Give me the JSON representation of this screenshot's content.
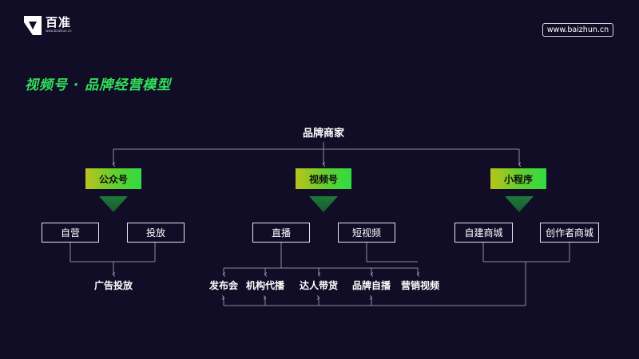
{
  "brand": {
    "name": "百准",
    "url_small": "www.baizhun.cn",
    "url_badge": "www.baizhun.cn"
  },
  "title": "视频号 · 品牌经营模型",
  "diagram": {
    "root": "品牌商家",
    "channels": [
      "公众号",
      "视频号",
      "小程序"
    ],
    "sub_channels": [
      "自营",
      "投放",
      "直播",
      "短视频",
      "自建商城",
      "创作者商城"
    ],
    "outcomes": [
      "广告投放",
      "发布会",
      "机构代播",
      "达人带货",
      "品牌自播",
      "营销视频"
    ]
  },
  "colors": {
    "background": "#110d26",
    "title_green": "#32e05a",
    "line": "#8e8aa6"
  }
}
